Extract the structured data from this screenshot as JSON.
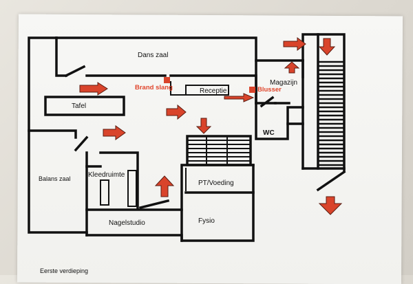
{
  "rooms": {
    "dans_zaal": "Dans zaal",
    "tafel": "Tafel",
    "receptie": "Receptie",
    "magazijn": "Magazijn",
    "wc": "WC",
    "balans_zaal": "Balans zaal",
    "kleedruimte": "Kleedruimte",
    "pt_voeding": "PT/Voeding",
    "fysio": "Fysio",
    "nagelstudio": "Nagelstudio"
  },
  "equipment": {
    "brand_slang": "Brand slang",
    "blusser": "Blusser"
  },
  "caption": "Eerste verdieping",
  "colors": {
    "arrow": "#d9442b",
    "wall": "#111111",
    "paper": "#f4f4f2"
  }
}
